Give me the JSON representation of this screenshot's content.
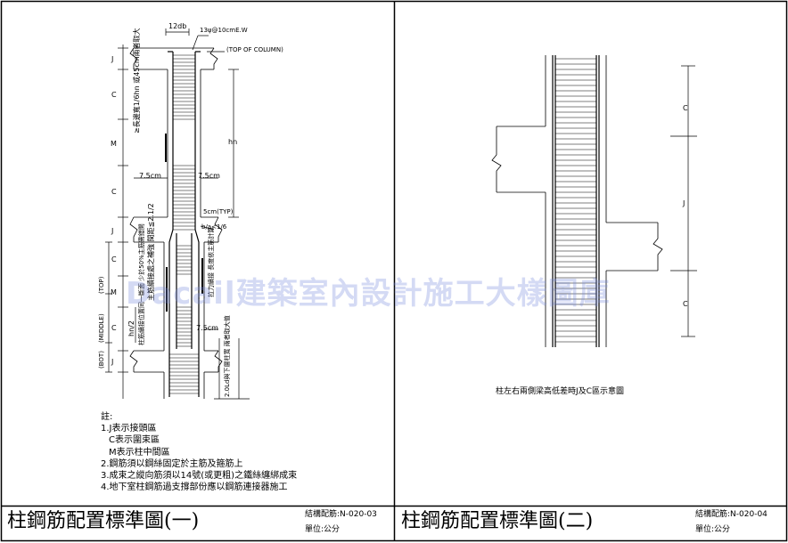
{
  "sheet_left": {
    "title": "柱鋼筋配置標準圖(一)",
    "drawing_no": "結構配筋:N-020-03",
    "unit": "單位:公分"
  },
  "sheet_right": {
    "title": "柱鋼筋配置標準圖(二)",
    "drawing_no": "結構配筋:N-020-04",
    "unit": "單位:公分"
  },
  "left_drawing": {
    "dim_12db": "12db",
    "top_rebar": "13ψ@10cmE.W",
    "top_of_column": "(TOP OF COLUMN)",
    "zone_labels": [
      "J",
      "C",
      "M",
      "C",
      "J",
      "C",
      "M",
      "C",
      "J"
    ],
    "side_labels": [
      "(TOP)",
      "(MIDDLE)",
      "(BOT)"
    ],
    "confine_note": "≥長邊寬1/6hn 或45cm兩者取大",
    "hn": "hn",
    "cover_75_a": "7.5cm",
    "cover_75_b": "7.5cm",
    "cover_75_c": "7.5cm",
    "typ_5cm": "5cm(TYP)",
    "slope": "b/a<1/6",
    "half_hn": "hn/2",
    "splice_note_1": "主筋續接處之補強 間距≦2.1/2",
    "splice_note_2": "柱筋續接位置同一斷面 少於50%主筋需錯開",
    "splice_note_3": "拉力續接 長度依主筋計算",
    "lap_note": "2.0Ld與下層柱寬 兩者取大值"
  },
  "notes": [
    "註:",
    "1.J表示接頭區",
    "  C表示圍束區",
    "  M表示柱中間區",
    "2.鋼筋須以鋼絲固定於主筋及箍筋上",
    "3.成束之縱向筋須以14號(或更粗)之鐵絲纏綁成束",
    "4.地下室柱鋼筋過支撐部份應以鋼筋連接器施工"
  ],
  "right_drawing": {
    "caption": "柱左右兩側梁高低差時J及C區示意圖",
    "zone_labels": [
      "C",
      "J",
      "C"
    ]
  },
  "watermark": "Dacail建築室內設計施工大樣圖庫"
}
